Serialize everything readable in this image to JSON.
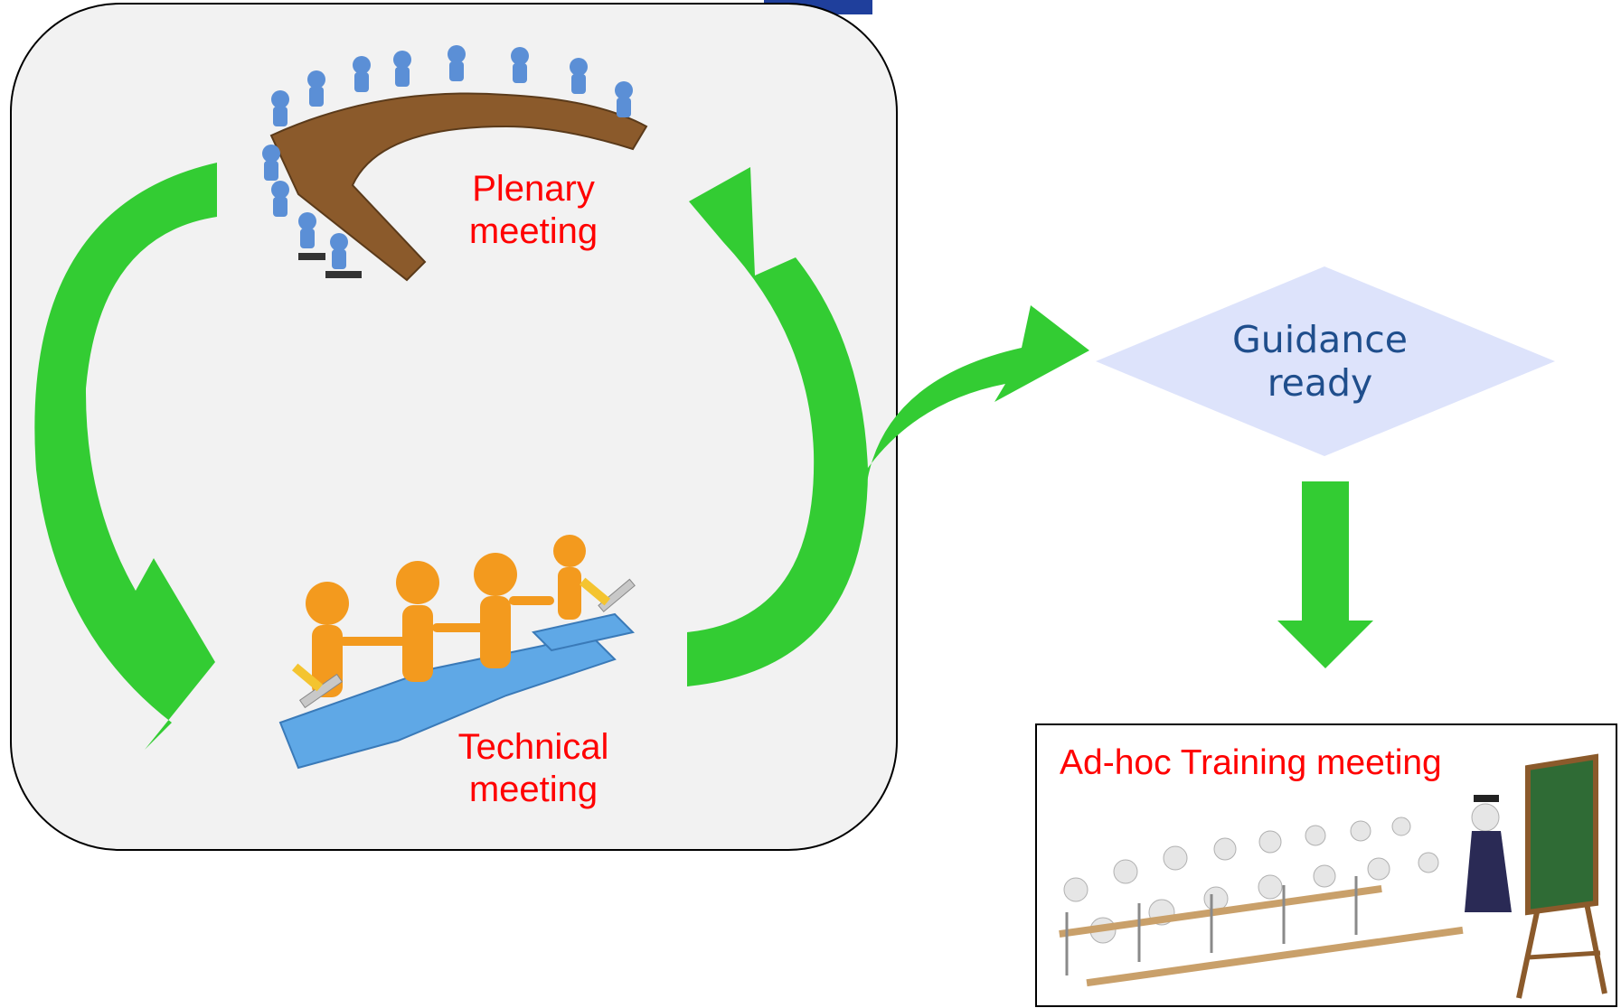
{
  "diagram": {
    "nodes": {
      "plenary": {
        "label_line1": "Plenary",
        "label_line2": "meeting"
      },
      "technical": {
        "label_line1": "Technical",
        "label_line2": "meeting"
      },
      "guidance": {
        "label_line1": "Guidance",
        "label_line2": "ready"
      },
      "training": {
        "label": "Ad-hoc Training meeting"
      }
    },
    "colors": {
      "arrow": "#33cc33",
      "cycle_panel_fill": "#f2f2f2",
      "decision_fill": "#dde3fb",
      "node_label": "#ff0000",
      "decision_label": "#1f4e8c",
      "header_bar": "#1f3f9c"
    },
    "edges": [
      {
        "from": "plenary",
        "to": "technical"
      },
      {
        "from": "technical",
        "to": "plenary"
      },
      {
        "from": "technical",
        "to": "guidance"
      },
      {
        "from": "guidance",
        "to": "training"
      }
    ]
  }
}
